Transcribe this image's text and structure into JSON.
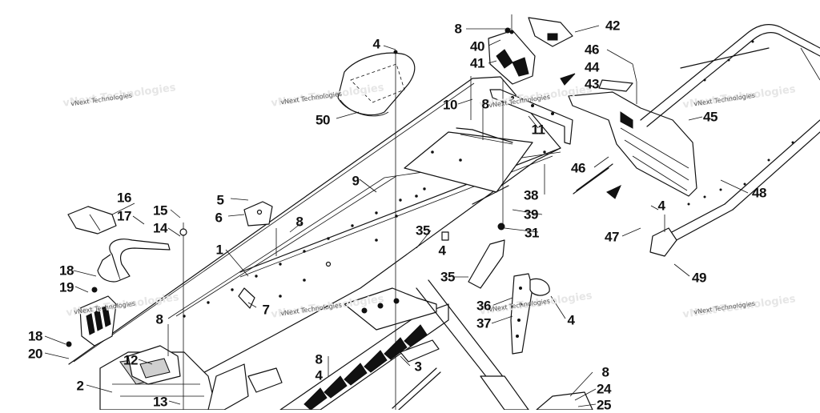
{
  "watermark": "vNext Technologies",
  "callouts": [
    {
      "id": "c4a",
      "text": "4"
    },
    {
      "id": "c8a",
      "text": "8"
    },
    {
      "id": "c42",
      "text": "42"
    },
    {
      "id": "c40",
      "text": "40"
    },
    {
      "id": "c41",
      "text": "41"
    },
    {
      "id": "c46a",
      "text": "46"
    },
    {
      "id": "c44",
      "text": "44"
    },
    {
      "id": "c43",
      "text": "43"
    },
    {
      "id": "c10",
      "text": "10"
    },
    {
      "id": "c8b",
      "text": "8"
    },
    {
      "id": "c11",
      "text": "11"
    },
    {
      "id": "c45",
      "text": "45"
    },
    {
      "id": "c50",
      "text": "50"
    },
    {
      "id": "c9",
      "text": "9"
    },
    {
      "id": "c46b",
      "text": "46"
    },
    {
      "id": "c38",
      "text": "38"
    },
    {
      "id": "c48",
      "text": "48"
    },
    {
      "id": "c16",
      "text": "16"
    },
    {
      "id": "c5",
      "text": "5"
    },
    {
      "id": "c6",
      "text": "6"
    },
    {
      "id": "c15",
      "text": "15"
    },
    {
      "id": "c17",
      "text": "17"
    },
    {
      "id": "c8c",
      "text": "8"
    },
    {
      "id": "c39",
      "text": "39"
    },
    {
      "id": "c4b",
      "text": "4"
    },
    {
      "id": "c14",
      "text": "14"
    },
    {
      "id": "c35a",
      "text": "35"
    },
    {
      "id": "c31",
      "text": "31"
    },
    {
      "id": "c47",
      "text": "47"
    },
    {
      "id": "c1",
      "text": "1"
    },
    {
      "id": "c4c",
      "text": "4"
    },
    {
      "id": "c18a",
      "text": "18"
    },
    {
      "id": "c35b",
      "text": "35"
    },
    {
      "id": "c49",
      "text": "49"
    },
    {
      "id": "c19",
      "text": "19"
    },
    {
      "id": "c7",
      "text": "7"
    },
    {
      "id": "c36",
      "text": "36"
    },
    {
      "id": "c8d",
      "text": "8"
    },
    {
      "id": "c37",
      "text": "37"
    },
    {
      "id": "c4d",
      "text": "4"
    },
    {
      "id": "c18b",
      "text": "18"
    },
    {
      "id": "c20",
      "text": "20"
    },
    {
      "id": "c12",
      "text": "12"
    },
    {
      "id": "c8e",
      "text": "8"
    },
    {
      "id": "c4e",
      "text": "4"
    },
    {
      "id": "c3",
      "text": "3"
    },
    {
      "id": "c2",
      "text": "2"
    },
    {
      "id": "c8f",
      "text": "8"
    },
    {
      "id": "c24",
      "text": "24"
    },
    {
      "id": "c13",
      "text": "13"
    },
    {
      "id": "c25",
      "text": "25"
    }
  ]
}
